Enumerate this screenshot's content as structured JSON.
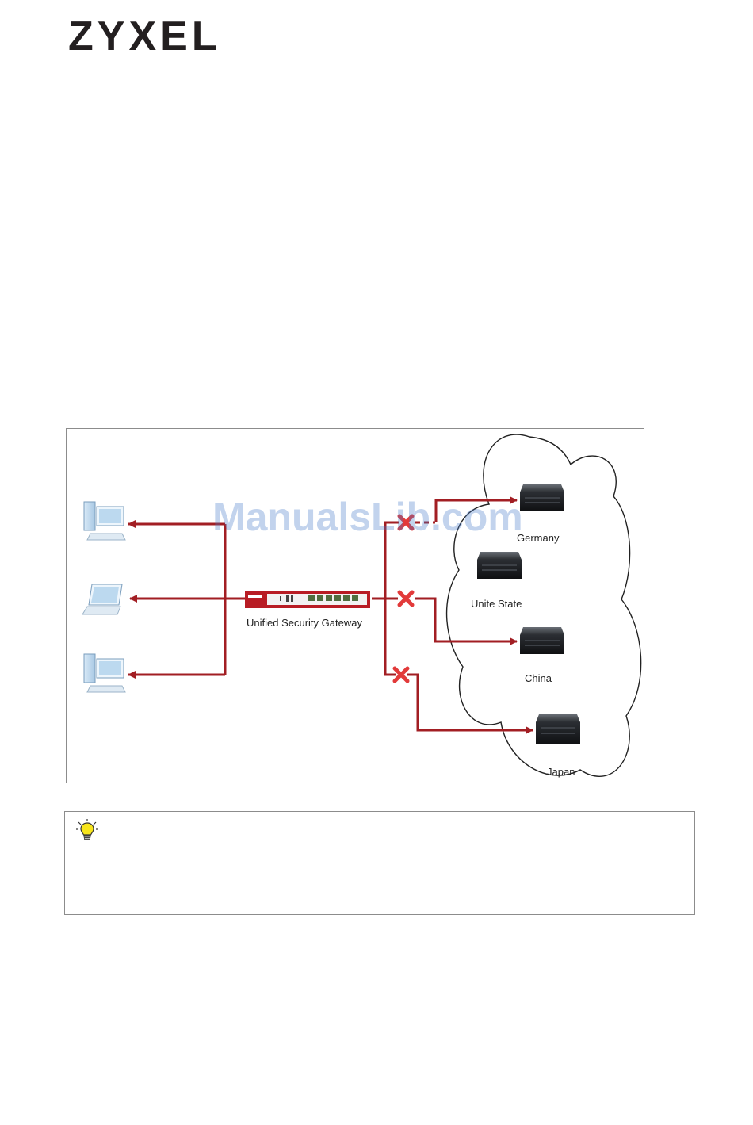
{
  "header": {
    "logo_text": "ZYXEL"
  },
  "diagram": {
    "watermark": "ManualsLib.com",
    "gateway_label": "Unified Security Gateway",
    "servers": [
      {
        "label": "Germany"
      },
      {
        "label": "Unite State"
      },
      {
        "label": "China"
      },
      {
        "label": "Japan"
      }
    ],
    "colors": {
      "link": "#a21e23",
      "blocked_mark": "#e23a3a",
      "gateway": "#b81c24"
    }
  },
  "tip": {
    "icon": "lightbulb-icon"
  }
}
